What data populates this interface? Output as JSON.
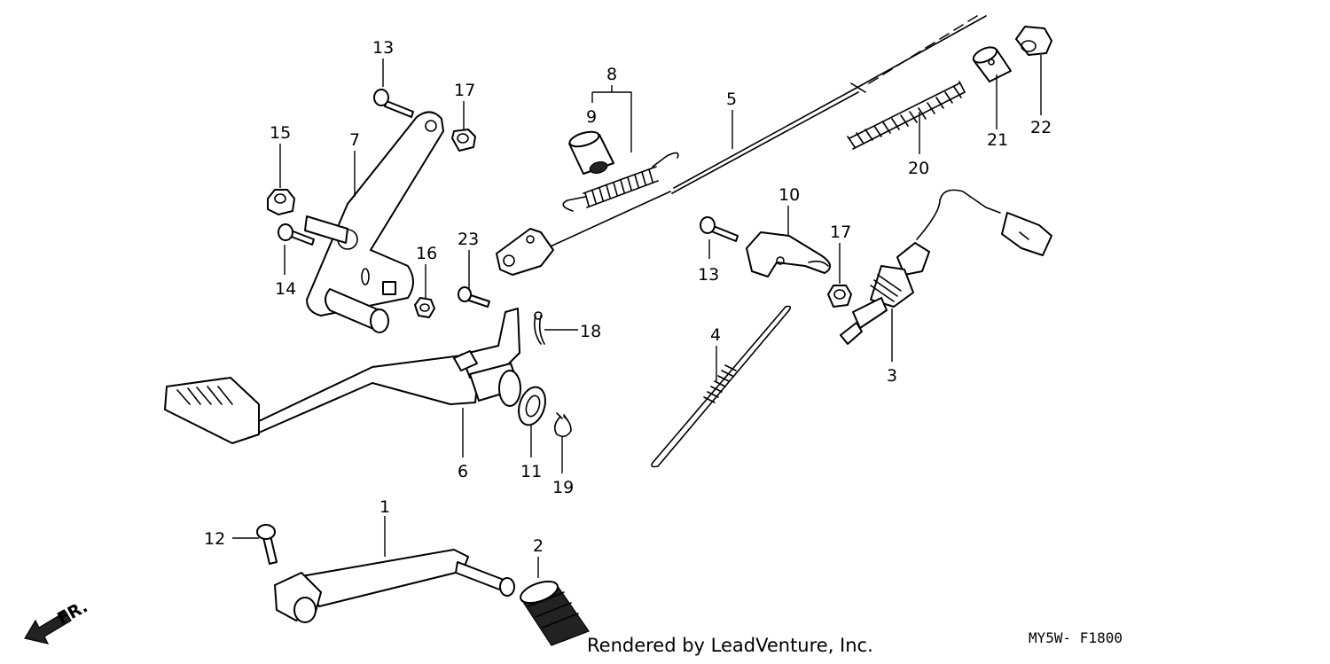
{
  "diagram": {
    "credit_text": "Rendered by LeadVenture, Inc.",
    "diagram_code": "MY5W- F1800",
    "front_marker": {
      "label": "FR.",
      "icon": "front-arrow-icon"
    },
    "callouts": [
      {
        "id": "c1",
        "label": "1"
      },
      {
        "id": "c2",
        "label": "2"
      },
      {
        "id": "c3",
        "label": "3"
      },
      {
        "id": "c4",
        "label": "4"
      },
      {
        "id": "c5",
        "label": "5"
      },
      {
        "id": "c6",
        "label": "6"
      },
      {
        "id": "c7",
        "label": "7"
      },
      {
        "id": "c8",
        "label": "8"
      },
      {
        "id": "c9",
        "label": "9"
      },
      {
        "id": "c10",
        "label": "10"
      },
      {
        "id": "c11",
        "label": "11"
      },
      {
        "id": "c12",
        "label": "12"
      },
      {
        "id": "c13a",
        "label": "13"
      },
      {
        "id": "c13b",
        "label": "13"
      },
      {
        "id": "c14",
        "label": "14"
      },
      {
        "id": "c15",
        "label": "15"
      },
      {
        "id": "c16",
        "label": "16"
      },
      {
        "id": "c17a",
        "label": "17"
      },
      {
        "id": "c17b",
        "label": "17"
      },
      {
        "id": "c18",
        "label": "18"
      },
      {
        "id": "c19",
        "label": "19"
      },
      {
        "id": "c20",
        "label": "20"
      },
      {
        "id": "c21",
        "label": "21"
      },
      {
        "id": "c22",
        "label": "22"
      },
      {
        "id": "c23",
        "label": "23"
      }
    ]
  }
}
